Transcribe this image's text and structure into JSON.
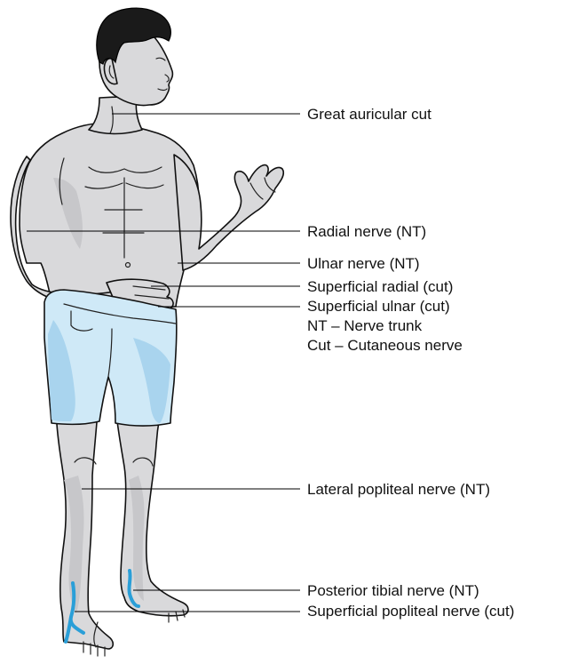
{
  "labels": {
    "great_auricular": "Great auricular cut",
    "radial_nerve": "Radial nerve (NT)",
    "ulnar_nerve": "Ulnar nerve (NT)",
    "superficial_radial": "Superficial radial (cut)",
    "superficial_ulnar": "Superficial ulnar (cut)",
    "legend_nt": "NT – Nerve trunk",
    "legend_cut": "Cut – Cutaneous nerve",
    "lateral_popliteal": "Lateral popliteal nerve (NT)",
    "posterior_tibial": "Posterior tibial nerve (NT)",
    "superficial_popliteal": "Superficial popliteal nerve (cut)"
  },
  "colors": {
    "shorts": "#cfe9f7",
    "nerve_highlight": "#2a9fd8",
    "skin": "#d9d9db",
    "hair": "#1a1a1a"
  }
}
